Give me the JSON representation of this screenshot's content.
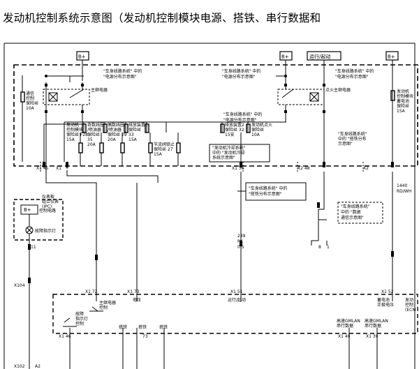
{
  "title": "发动机控制系统示意图（发动机控制模块电源、搭铁、串行数据和",
  "power": {
    "bplus": "B+",
    "run_crank": "运行/起动"
  },
  "labels": {
    "ref_power_1": "\"车身线路系统\" 中的",
    "ref_power_2": "\"电源分布示意图\"",
    "main_relay": "主继电器",
    "ignition_relay": "点火主继电器",
    "fuse_left_1": "通信",
    "fuse_left_2": "控制",
    "fuse_left_3": "保险丝",
    "fuse_left_4": "10A",
    "fuse_right_1": "发动机",
    "fuse_right_2": "控制模块",
    "fuse_right_3": "蓄电池",
    "fuse_right_4": "保险丝",
    "fuse_right_5": "15A",
    "f1_1": "发动机",
    "f1_2": "控制模块",
    "f1_3": "保险丝 F28",
    "f1_4": "15A",
    "f2_1": "奇数线圈",
    "f2_2": "/喷油器",
    "f2_3": "保险丝",
    "f2_4": "35",
    "f2_5": "20A",
    "f3_1": "偶数线圈",
    "f3_2": "/喷油器",
    "f3_3": "保险丝 29",
    "f3_4": "20A",
    "f4_1": "排放装置1",
    "f4_2": "保险丝",
    "f4_3": "33",
    "f4_4": "15A",
    "f5_1": "节流阀锁止",
    "f5_2": "保险丝 27",
    "f5_3": "15A",
    "f6_1": "排放装置2",
    "f6_2": "保险丝 32",
    "f6_3": "15安",
    "f7_1": "发动机点火",
    "f7_2": "保险丝",
    "f7_3": "10A",
    "ref_power_mid_1": "\"车身线路系统\" 中的",
    "ref_power_mid_2": "\"电源分布示意图\"",
    "ref_cool_1": "\"发动机冷却系统\"",
    "ref_cool_2": "中的 \"发动机冷却",
    "ref_cool_3": "系统示意图\"",
    "ref_ground_1": "\"车身线路系统\"",
    "ref_ground_2": "中的 \"搭铁分布",
    "ref_ground_3": "示意图\"",
    "ref_ground2_1": "\"车身线路系统\" 中的",
    "ref_ground2_2": "\"搭铁分布示意图\"",
    "ref_data_1": "\"车身线路系统\"",
    "ref_data_2": "中的 \"数据",
    "ref_data_3": "通信示意图\"",
    "ipc_1": "仪表板",
    "ipc_2": "组合仪表",
    "ipc_3": "(IPC)",
    "ipc_bplus": "B+",
    "ipc_ctrl": "控制电路",
    "mil": "故障指示灯",
    "pin_11": "11",
    "x104": "X104",
    "x102": "X102",
    "a2": "A2",
    "x1_45": "X1  45",
    "x1_41": "X1",
    "x1_36": "X1  36",
    "x2_48": "X2  48",
    "x2_r": "X2",
    "x1_72": "X1  72",
    "x1_73": "X1  73",
    "x1_51": "X1  51",
    "x1_52": "X1  52",
    "x1_46": "X1  46",
    "x1_40": "X1  40",
    "x1_39": "X1  39",
    "ecm_relay_1": "主继电器",
    "ecm_relay_2": "控制",
    "ecm_volt": "电压",
    "ecm_run": "运行/起动",
    "ecm_bat_1": "蓄电池",
    "ecm_bat_2": "正极电压",
    "ecm_mod_1": "发动",
    "ecm_mod_2": "控制",
    "ecm_mod_3": "(ECM",
    "mil_ctrl_1": "故障",
    "mil_ctrl_2": "指示灯",
    "mil_ctrl_3": "控制",
    "gnd": "搭铁",
    "can_1": "高速GMLAN",
    "can_2": "串行数据",
    "wire_1440": "1440",
    "wire_rdwh": "RD/WH",
    "wire_239": "239",
    "wire_pk": "PK",
    "wire_05": "0.5",
    "pin_8": "8",
    "pin_1": "1",
    "pin_73": "73"
  }
}
